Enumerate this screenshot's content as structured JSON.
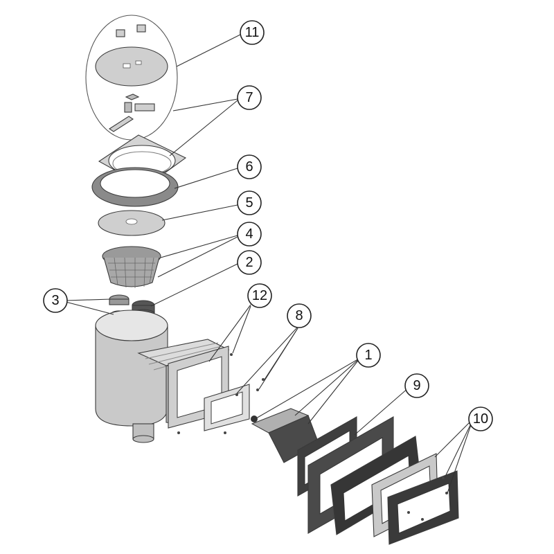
{
  "callouts": [
    {
      "id": "11",
      "label": "11"
    },
    {
      "id": "7",
      "label": "7"
    },
    {
      "id": "6",
      "label": "6"
    },
    {
      "id": "5",
      "label": "5"
    },
    {
      "id": "4",
      "label": "4"
    },
    {
      "id": "2",
      "label": "2"
    },
    {
      "id": "3",
      "label": "3"
    },
    {
      "id": "12",
      "label": "12"
    },
    {
      "id": "8",
      "label": "8"
    },
    {
      "id": "1",
      "label": "1"
    },
    {
      "id": "9",
      "label": "9"
    },
    {
      "id": "10",
      "label": "10"
    }
  ],
  "colors": {
    "light_part": "#d9d9d9",
    "mid_part": "#b5b5b5",
    "dark_part": "#5a5a5a",
    "outline": "#3a3a3a"
  }
}
